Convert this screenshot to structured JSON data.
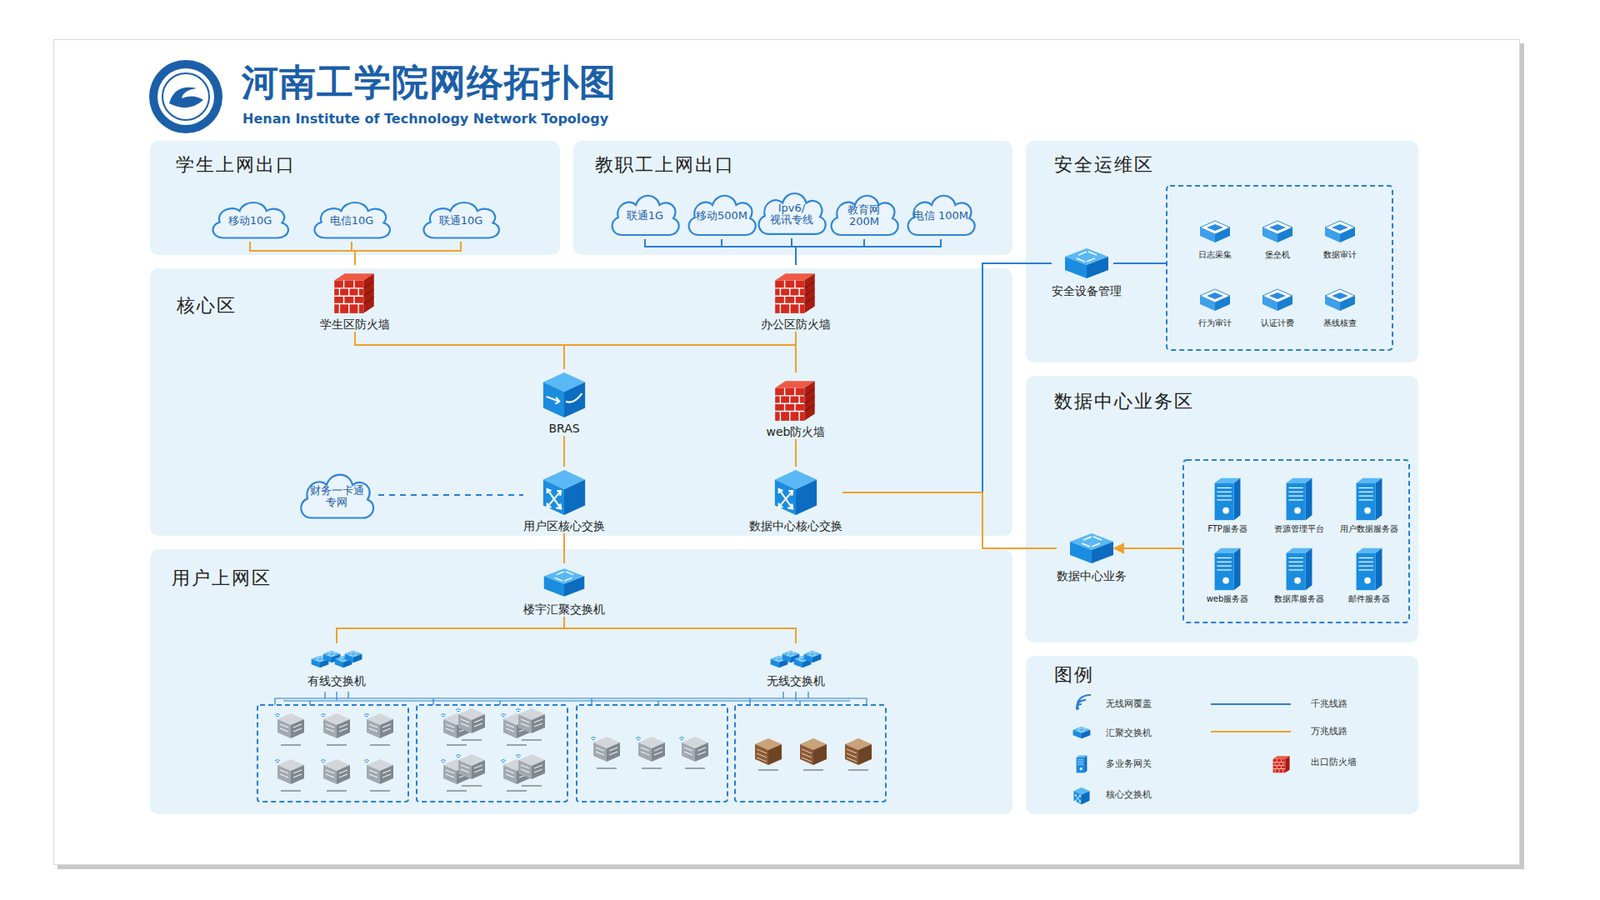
{
  "diagram": {
    "title": "河南工学院网络拓扑图",
    "nodes": [
      {
        "text": [
          "学生上网出口"
        ]
      },
      {
        "text": [
          "移动10G"
        ],
        "in": 0
      },
      {
        "text": [
          "电信10G"
        ],
        "in": 0
      },
      {
        "text": [
          "联通10G"
        ],
        "in": 0
      },
      {
        "text": [
          "教职工上网出口"
        ]
      },
      {
        "text": [
          "联通1G"
        ],
        "in": 4
      },
      {
        "text": [
          "移动500M"
        ],
        "in": 4
      },
      {
        "text": [
          "Ipv6/ 视讯专线"
        ],
        "in": 4
      },
      {
        "text": [
          "教育网 200M"
        ],
        "in": 4
      },
      {
        "text": [
          "电信 100M"
        ],
        "in": 4
      },
      {
        "text": [
          "安全运维区"
        ]
      },
      {
        "text": [
          "安全设备管理"
        ],
        "in": 10
      },
      {
        "text": [
          "日志采集"
        ],
        "in": 10
      },
      {
        "text": [
          "堡垒机"
        ],
        "in": 10
      },
      {
        "text": [
          "数据审计"
        ],
        "in": 10
      },
      {
        "text": [
          "行为审计"
        ],
        "in": 10
      },
      {
        "text": [
          "认证计费"
        ],
        "in": 10
      },
      {
        "text": [
          "基线核查"
        ],
        "in": 10
      },
      {
        "text": [
          "核心区"
        ]
      },
      {
        "text": [
          "学生区防火墙"
        ],
        "in": 18
      },
      {
        "text": [
          "办公区防火墙"
        ],
        "in": 18
      },
      {
        "text": [
          "BRAS"
        ],
        "in": 18
      },
      {
        "text": [
          "web防火墙"
        ],
        "in": 18
      },
      {
        "text": [
          "财务一卡通 专网"
        ],
        "in": 18
      },
      {
        "text": [
          "用户区核心交换"
        ],
        "in": 18
      },
      {
        "text": [
          "数据中心核心交换"
        ],
        "in": 18
      },
      {
        "text": [
          "数据中心业务区"
        ]
      },
      {
        "text": [
          "数据中心业务"
        ],
        "in": 26
      },
      {
        "text": [
          "FTP服务器"
        ],
        "in": 26
      },
      {
        "text": [
          "资源管理平台"
        ],
        "in": 26
      },
      {
        "text": [
          "用户数据服务器"
        ],
        "in": 26
      },
      {
        "text": [
          "web服务器"
        ],
        "in": 26
      },
      {
        "text": [
          "数据库服务器"
        ],
        "in": 26
      },
      {
        "text": [
          "邮件服务器"
        ],
        "in": 26
      },
      {
        "text": [
          "用户上网区"
        ]
      },
      {
        "text": [
          "楼宇汇聚交换机"
        ],
        "in": 34
      },
      {
        "text": [
          "有线交换机"
        ],
        "in": 34
      },
      {
        "text": [
          "无线交换机"
        ],
        "in": 34
      },
      {
        "text": [
          "图例"
        ]
      }
    ],
    "edges": [
      {
        "from": 1,
        "to": 19,
        "arrow": "none"
      },
      {
        "from": 2,
        "to": 19,
        "arrow": "none"
      },
      {
        "from": 3,
        "to": 19,
        "arrow": "none"
      },
      {
        "from": 5,
        "to": 20,
        "arrow": "none"
      },
      {
        "from": 6,
        "to": 20,
        "arrow": "none"
      },
      {
        "from": 7,
        "to": 20,
        "arrow": "none"
      },
      {
        "from": 8,
        "to": 20,
        "arrow": "none"
      },
      {
        "from": 9,
        "to": 20,
        "arrow": "none"
      },
      {
        "from": 19,
        "to": 21,
        "arrow": "none"
      },
      {
        "from": 20,
        "to": 21,
        "arrow": "none"
      },
      {
        "from": 20,
        "to": 22,
        "arrow": "none"
      },
      {
        "from": 21,
        "to": 24,
        "arrow": "none"
      },
      {
        "from": 22,
        "to": 25,
        "arrow": "none"
      },
      {
        "from": 23,
        "to": 24,
        "arrow": "none"
      },
      {
        "from": 25,
        "to": 11,
        "arrow": "none"
      },
      {
        "from": 25,
        "to": 27,
        "arrow": "none"
      },
      {
        "from": 24,
        "to": 35,
        "arrow": "none"
      },
      {
        "from": 35,
        "to": 36,
        "arrow": "none"
      },
      {
        "from": 35,
        "to": 37,
        "arrow": "none"
      }
    ],
    "labels": [
      "Henan Institute of Technology Network Topology"
    ],
    "legend": [
      {
        "text": "无线网覆盖"
      },
      {
        "text": "汇聚交换机"
      },
      {
        "text": "多业务网关"
      },
      {
        "text": "核心交换机"
      },
      {
        "text": "千兆线路"
      },
      {
        "text": "万兆线路"
      },
      {
        "text": "出口防火墙"
      }
    ]
  }
}
